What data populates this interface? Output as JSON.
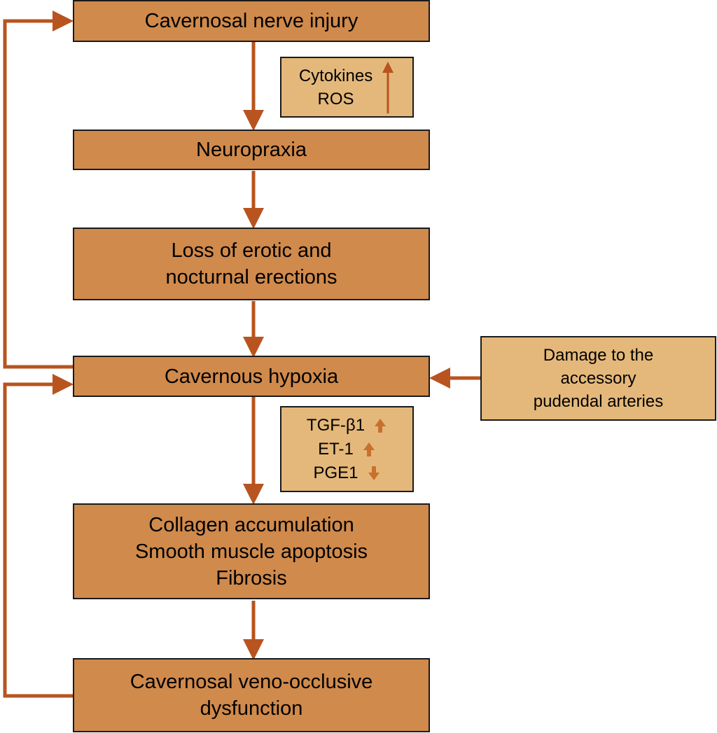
{
  "colors": {
    "box_main": "#d08a4c",
    "box_side": "#e4b87a",
    "arrow": "#b8541f",
    "border": "#1a1a1a"
  },
  "nodes": {
    "nerve_injury": {
      "lines": [
        "Cavernosal nerve injury"
      ]
    },
    "neuropraxia": {
      "lines": [
        "Neuropraxia"
      ]
    },
    "loss_erections": {
      "lines": [
        "Loss of erotic and",
        "nocturnal erections"
      ]
    },
    "hypoxia": {
      "lines": [
        "Cavernous hypoxia"
      ]
    },
    "collagen": {
      "lines": [
        "Collagen accumulation",
        "Smooth muscle apoptosis",
        "Fibrosis"
      ]
    },
    "veno": {
      "lines": [
        "Cavernosal veno-occlusive",
        "dysfunction"
      ]
    },
    "arteries": {
      "lines": [
        "Damage to the",
        "accessory",
        "pudendal arteries"
      ]
    }
  },
  "mediators_top": {
    "items": [
      "Cytokines",
      "ROS"
    ],
    "direction": "up"
  },
  "mediators_mid": {
    "items": [
      {
        "label": "TGF-β1",
        "direction": "up"
      },
      {
        "label": "ET-1",
        "direction": "up"
      },
      {
        "label": "PGE1",
        "direction": "down"
      }
    ]
  }
}
